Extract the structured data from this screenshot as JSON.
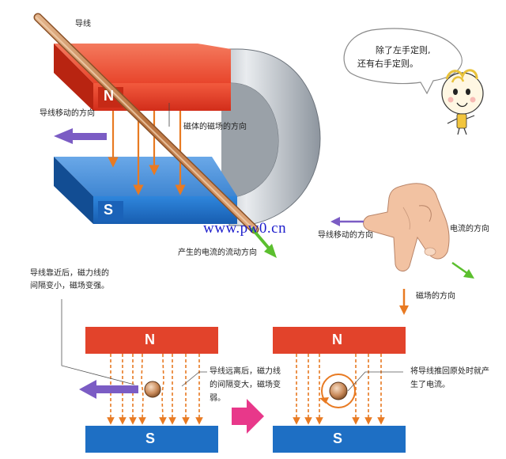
{
  "top_magnet": {
    "pole_n": "N",
    "pole_s": "S",
    "wire_label": "导线",
    "motion_label": "导线移动的方向",
    "field_label": "磁体的磁场的方向",
    "current_label": "产生的电流的流动方向"
  },
  "speech_bubble": {
    "line1": "除了左手定则,",
    "line2": "还有右手定则。"
  },
  "right_hand": {
    "motion_label": "导线移动的方向",
    "current_label": "电流的方向",
    "field_label": "磁场的方向"
  },
  "watermark": "www.pw0.cn",
  "bottom_left": {
    "pole_n": "N",
    "pole_s": "S",
    "note_line1": "导线靠近后，磁力线的",
    "note_line2": "间隔变小，磁场变强。",
    "far_line1": "导线远离后，磁力线",
    "far_line2": "的间隔变大，磁场变",
    "far_line3": "弱。"
  },
  "bottom_right": {
    "pole_n": "N",
    "pole_s": "S",
    "note_line1": "将导线推回原处时就产",
    "note_line2": "生了电流。"
  },
  "colors": {
    "north": "#e8402a",
    "south": "#1e6fc4",
    "field_arrow": "#e87a22",
    "motion_arrow": "#7b5cc4",
    "current_arrow": "#5bbf2e",
    "transition_arrow": "#e8388a",
    "wire": "#c98a5a"
  }
}
